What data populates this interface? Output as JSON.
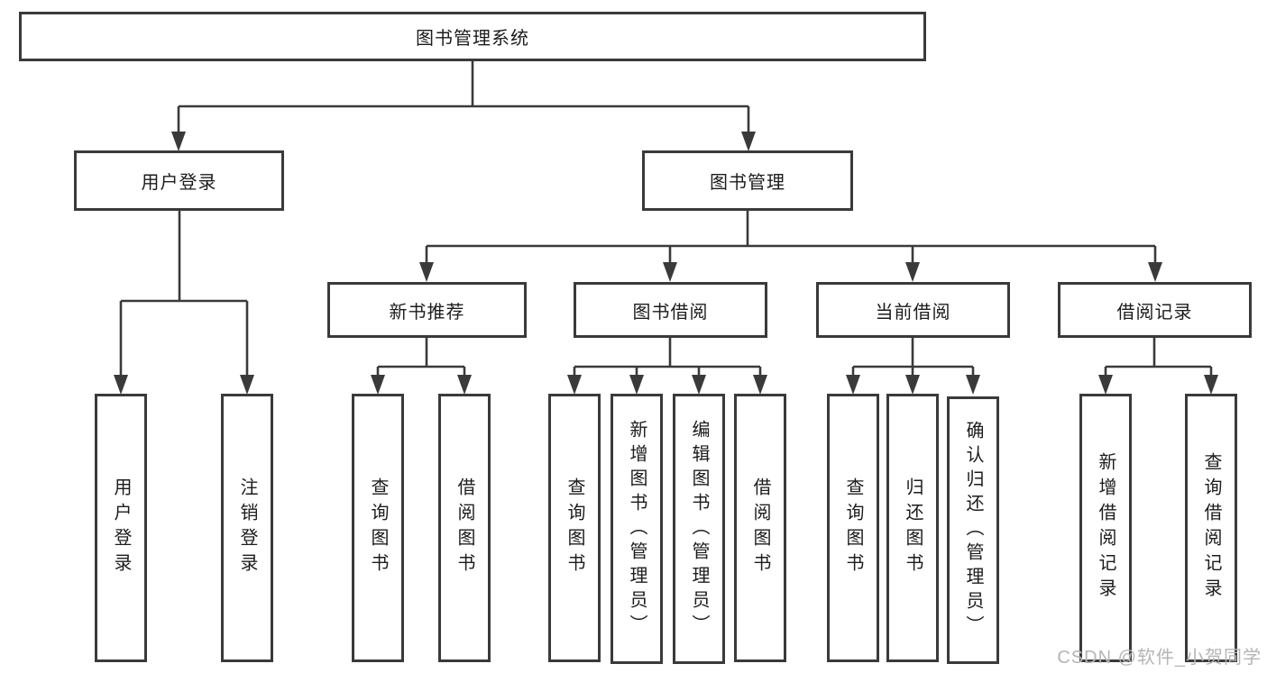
{
  "diagram_title": "图书管理系统",
  "nodes": {
    "root": "图书管理系统",
    "user_login": "用户登录",
    "book_mgmt": "图书管理",
    "new_book_rec": "新书推荐",
    "book_borrow": "图书借阅",
    "current_borrow": "当前借阅",
    "borrow_record": "借阅记录",
    "leaf_user_login": "用户登录",
    "leaf_logout": "注销登录",
    "leaf_nbr_query": "查询图书",
    "leaf_nbr_borrow": "借阅图书",
    "leaf_bb_query": "查询图书",
    "leaf_bb_add": "新增图书（管理员）",
    "leaf_bb_edit": "编辑图书（管理员）",
    "leaf_bb_borrow": "借阅图书",
    "leaf_cb_query": "查询图书",
    "leaf_cb_return": "归还图书",
    "leaf_cb_confirm": "确认归还（管理员）",
    "leaf_br_add": "新增借阅记录",
    "leaf_br_query": "查询借阅记录"
  },
  "watermark": "CSDN @软件_小贺同学",
  "colors": {
    "line": "#3a3a3a",
    "text": "#1c1c1c",
    "watermark": "#b5b5b5",
    "background": "#ffffff"
  }
}
